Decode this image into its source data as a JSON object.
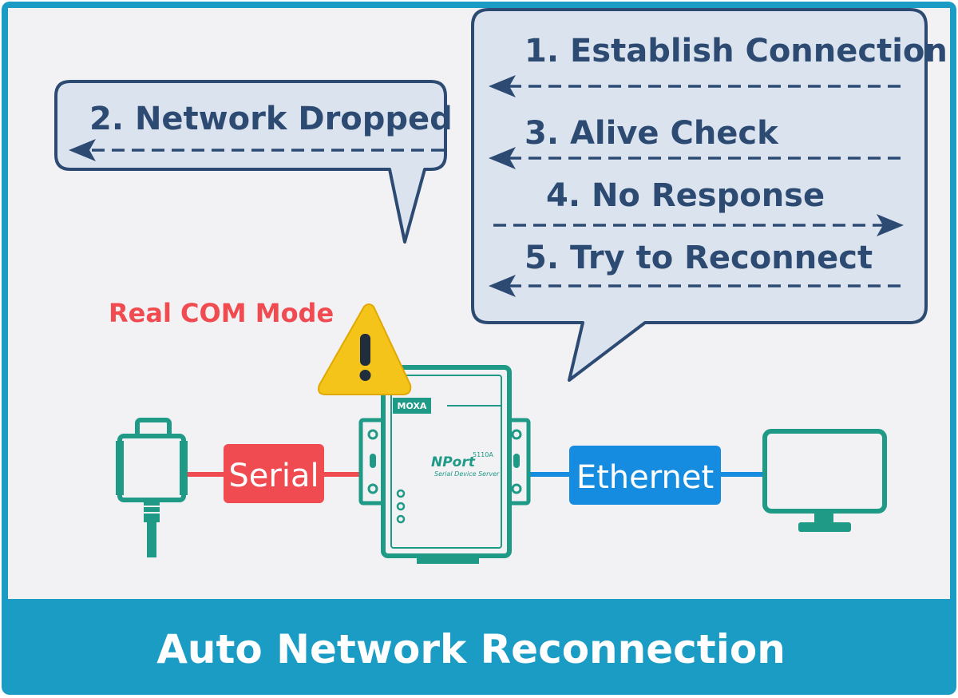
{
  "bubble_left": {
    "step_2": "2. Network Dropped"
  },
  "bubble_right": {
    "step_1": "1. Establish Connection",
    "step_3": "3. Alive Check",
    "step_4": "4. No Response",
    "step_5": "5. Try to Reconnect"
  },
  "mode_label": "Real COM Mode",
  "links": {
    "serial": "Serial",
    "ethernet": "Ethernet"
  },
  "device": {
    "brand": "MOXA",
    "model": "NPort",
    "model_number": "5110A",
    "subtitle": "Serial Device Server"
  },
  "banner_title": "Auto Network Reconnection",
  "icons": [
    "warning-icon",
    "serial-connector-icon",
    "monitor-icon",
    "device-server-icon"
  ],
  "colors": {
    "frame": "#1b9cc4",
    "panel": "#f2f2f4",
    "bubble_fill": "#dbe4ee",
    "bubble_stroke": "#2c4a72",
    "text_dark": "#2c4a72",
    "device_green": "#1e9a86",
    "serial_red": "#ef4b50",
    "ethernet_blue": "#168ce0",
    "warning_yellow": "#f5c41b"
  }
}
